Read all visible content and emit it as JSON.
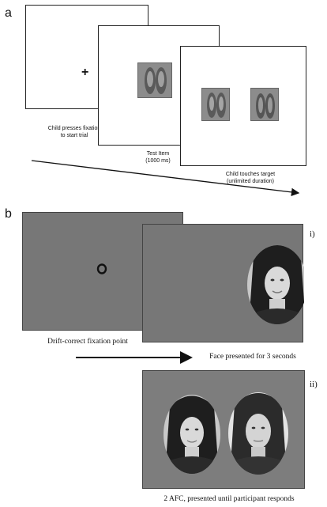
{
  "panel_a": {
    "letter": "a",
    "screen1_caption": "Child presses fixation\nto start trial",
    "screen2_caption": "Test Item\n(1000 ms)",
    "screen3_caption": "Child touches target\n(unlimited duration)",
    "fixation_symbol": "+"
  },
  "panel_b": {
    "letter": "b",
    "label_i": "i)",
    "label_ii": "ii)",
    "caption_fixation": "Drift-correct fixation point",
    "caption_face": "Face presented for 3 seconds",
    "caption_afc": "2 AFC, presented until participant responds"
  },
  "colors": {
    "grey_screen": "#777777",
    "face_bg": "#bdbdbd"
  }
}
